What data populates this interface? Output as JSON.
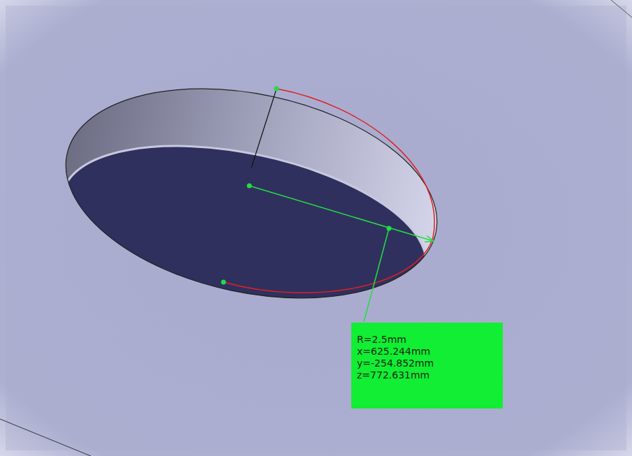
{
  "diagram": {
    "nodes": [
      {
        "text": [
          "R=2.5mm",
          "x=625.244mm",
          "y=-254.852mm",
          "z=772.631mm"
        ]
      }
    ]
  }
}
